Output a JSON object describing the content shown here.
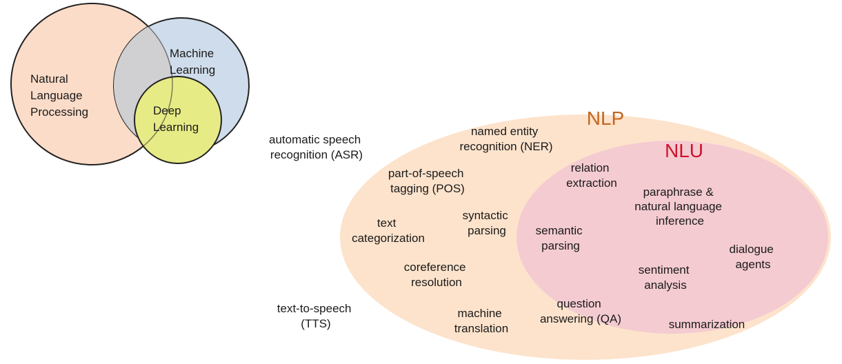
{
  "colors": {
    "nlp_fill": "#fde3cc",
    "nlu_fill": "#f4cbd1",
    "nlp_label": "#c4661f",
    "nlu_label": "#d0112b",
    "ml_fill": "#cfdceb",
    "dl_fill": "#e6eb86",
    "natural_lang_fill": "#fbdcc8",
    "overlap_fill": "#d0cfd2",
    "stroke": "#222222"
  },
  "venn": {
    "natural_language_processing": [
      "Natural",
      "Language",
      "Processing"
    ],
    "machine_learning": [
      "Machine",
      "Learning"
    ],
    "deep_learning": [
      "Deep",
      "Learning"
    ]
  },
  "nlp_label": "NLP",
  "nlu_label": "NLU",
  "outside_tasks": {
    "asr": [
      "automatic speech",
      "recognition (ASR)"
    ],
    "tts": [
      "text-to-speech",
      "(TTS)"
    ]
  },
  "nlp_tasks": {
    "ner": [
      "named entity",
      "recognition (NER)"
    ],
    "pos": [
      "part-of-speech",
      "tagging (POS)"
    ],
    "syntactic": [
      "syntactic",
      "parsing"
    ],
    "text_cat": [
      "text",
      "categorization"
    ],
    "coref": [
      "coreference",
      "resolution"
    ],
    "mt": [
      "machine",
      "translation"
    ]
  },
  "nlu_tasks": {
    "relation": [
      "relation",
      "extraction"
    ],
    "paraphrase": [
      "paraphrase &",
      "natural language",
      "inference"
    ],
    "semantic": [
      "semantic",
      "parsing"
    ],
    "dialogue": [
      "dialogue",
      "agents"
    ],
    "sentiment": [
      "sentiment",
      "analysis"
    ],
    "qa": [
      "question",
      "answering (QA)"
    ],
    "summarization": [
      "summarization"
    ]
  }
}
